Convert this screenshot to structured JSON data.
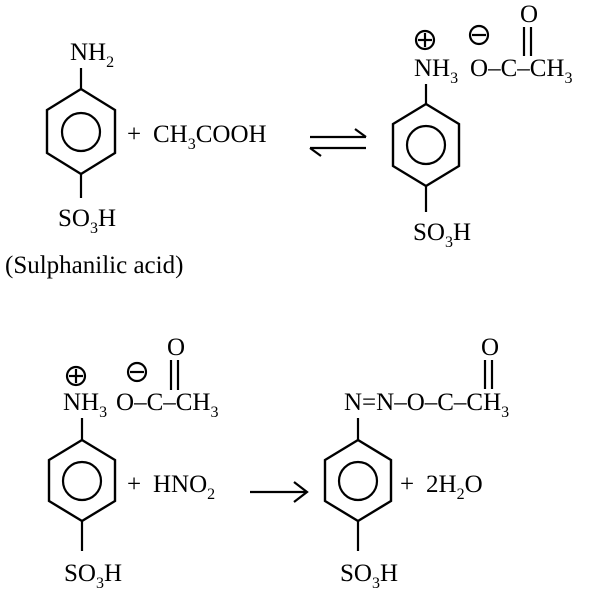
{
  "reaction1": {
    "reactant": {
      "amine_main": "NH",
      "amine_sub": "2",
      "sulfo_main": "SO",
      "sulfo_sub": "3",
      "sulfo_tail": "H",
      "name": "(Sulphanilic acid)"
    },
    "plus": "+",
    "reagent": {
      "a": "CH",
      "a_sub": "3",
      "b": "COOH"
    },
    "product": {
      "amine_main": "NH",
      "amine_sub": "3",
      "plus_charge": "+",
      "minus_charge": "−",
      "acetate_o": "O",
      "acetate_dash1": "–",
      "acetate_c": "C",
      "acetate_dash2": "–",
      "acetate_ch": "CH",
      "acetate_ch_sub": "3",
      "carbonyl_o": "O",
      "sulfo_main": "SO",
      "sulfo_sub": "3",
      "sulfo_tail": "H"
    }
  },
  "reaction2": {
    "reactant": {
      "amine_main": "NH",
      "amine_sub": "3",
      "plus_charge": "+",
      "minus_charge": "−",
      "acetate_o": "O",
      "acetate_dash1": "–",
      "acetate_c": "C",
      "acetate_dash2": "–",
      "acetate_ch": "CH",
      "acetate_ch_sub": "3",
      "carbonyl_o": "O",
      "sulfo_main": "SO",
      "sulfo_sub": "3",
      "sulfo_tail": "H"
    },
    "plus1": "+",
    "reagent": {
      "a": "HNO",
      "a_sub": "2"
    },
    "product": {
      "azo": "N=N–O–C–CH",
      "azo_sub": "3",
      "carbonyl_o": "O",
      "sulfo_main": "SO",
      "sulfo_sub": "3",
      "sulfo_tail": "H"
    },
    "plus2": "+",
    "water": {
      "coef": "2H",
      "sub": "2",
      "tail": "O"
    }
  }
}
